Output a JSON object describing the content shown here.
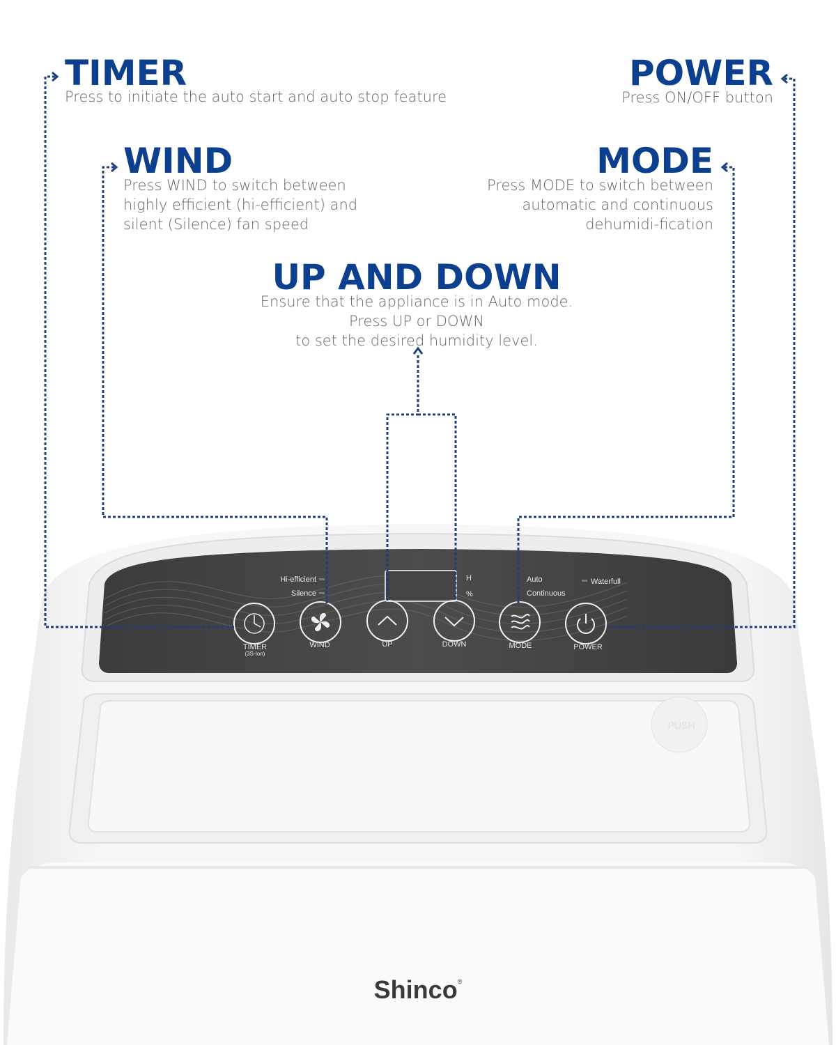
{
  "theme": {
    "heading_color": "#0d3f8f",
    "text_color": "#666666",
    "leader_color": "#1c3f7d",
    "panel_color": "#4a4a4a",
    "panel_text_color": "#e8e8e8",
    "device_color": "#f3f3f3"
  },
  "callouts": {
    "timer": {
      "title": "TIMER",
      "desc": [
        "Press to initiate the auto start and auto stop feature"
      ]
    },
    "power": {
      "title": "POWER",
      "desc": [
        "Press ON/OFF button"
      ]
    },
    "wind": {
      "title": "WIND",
      "desc": [
        "Press WIND to switch between",
        "highly efficient (hi-efficient) and",
        "silent (Silence) fan speed"
      ]
    },
    "mode": {
      "title": "MODE",
      "desc": [
        "Press MODE to switch between",
        "automatic and continuous",
        "dehumidi-fication"
      ]
    },
    "updown": {
      "title": "UP AND DOWN",
      "desc": [
        "Ensure that the appliance is in Auto mode.",
        "Press UP or DOWN",
        "to set the desired humidity level."
      ]
    }
  },
  "panel": {
    "indicators": {
      "hi_efficient": "Hi-efficient",
      "silence": "Silence",
      "auto": "Auto",
      "continuous": "Continuous",
      "waterfull": "Waterfull",
      "unit_h": "H",
      "unit_pct": "%"
    },
    "buttons": [
      {
        "key": "timer",
        "label": "TIMER",
        "sublabel": "(3S-Ion)",
        "icon": "clock-icon"
      },
      {
        "key": "wind",
        "label": "WIND",
        "icon": "fan-icon"
      },
      {
        "key": "up",
        "label": "UP",
        "icon": "chevron-up-icon"
      },
      {
        "key": "down",
        "label": "DOWN",
        "icon": "chevron-down-icon"
      },
      {
        "key": "mode",
        "label": "MODE",
        "icon": "waves-icon"
      },
      {
        "key": "power",
        "label": "POWER",
        "icon": "power-icon"
      }
    ],
    "push_label": "PUSH"
  },
  "brand": {
    "name": "Shinco",
    "mark": "®"
  }
}
